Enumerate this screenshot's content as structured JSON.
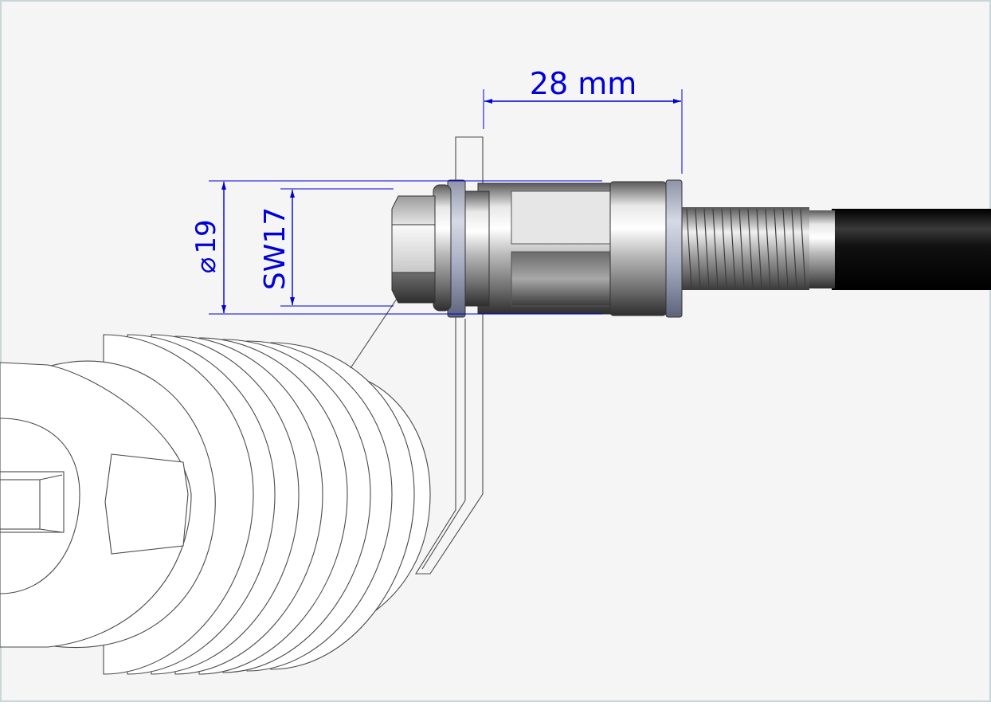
{
  "diagram": {
    "dimensions": {
      "length": "28 mm",
      "diameter_symbol": "⌀",
      "diameter_value": "19",
      "wrench_size": "SW17"
    },
    "colors": {
      "dimension": "#0000d8",
      "outline": "#4a4a4a",
      "background": "#f4f5f4",
      "frame": "#c9d6d8",
      "cable": "#0e0e0e"
    }
  }
}
